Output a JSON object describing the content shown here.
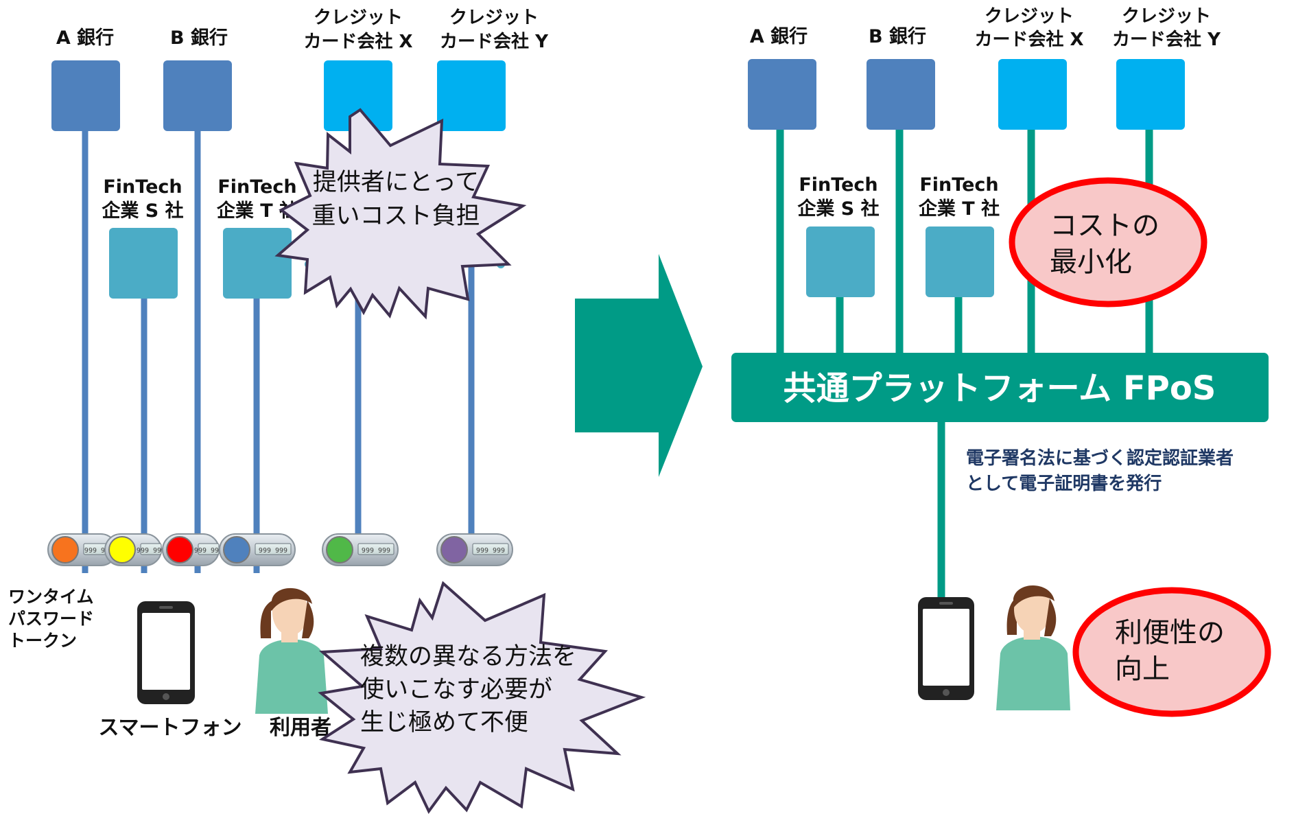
{
  "left": {
    "bank_a": "A 銀行",
    "bank_b": "B 銀行",
    "card_x": [
      "クレジット",
      "カード会社 X"
    ],
    "card_y": [
      "クレジット",
      "カード会社 Y"
    ],
    "fintech_s": [
      "FinTech",
      "企業 S 社"
    ],
    "fintech_t": [
      "FinTech",
      "企業 T 社"
    ],
    "burst_cost": [
      "提供者にとって",
      "重いコスト負担"
    ],
    "token_display": "999 999",
    "token_label": [
      "ワンタイム",
      "パスワード",
      "トークン"
    ],
    "smartphone_label": "スマートフォン",
    "user_label": "利用者",
    "burst_inconvenience": [
      "複数の異なる方法を",
      "使いこなす必要が",
      "生じ極めて不便"
    ]
  },
  "right": {
    "bank_a": "A 銀行",
    "bank_b": "B 銀行",
    "card_x": [
      "クレジット",
      "カード会社 X"
    ],
    "card_y": [
      "クレジット",
      "カード会社 Y"
    ],
    "fintech_s": [
      "FinTech",
      "企業 S 社"
    ],
    "fintech_t": [
      "FinTech",
      "企業 T 社"
    ],
    "ellipse_cost": [
      "コストの",
      "最小化"
    ],
    "platform": "共通プラットフォーム FPoS",
    "cert_note": [
      "電子署名法に基づく認定認証業者",
      "として電子証明書を発行"
    ],
    "ellipse_convenience": [
      "利便性の",
      "向上"
    ]
  },
  "colors": {
    "bank": "#4f81bd",
    "card": "#00b0f0",
    "fintech": "#4bacc6",
    "teal": "#009b86",
    "burst_fill": "#e8e4f0",
    "burst_stroke": "#3f3151",
    "ellipse_fill": "#f8c8c8",
    "ellipse_stroke": "#ff0000",
    "note": "#1f3864"
  },
  "token_colors": [
    "#f7731e",
    "#ffff00",
    "#ff0000",
    "#4f81bd",
    "#50b848",
    "#8064a2"
  ]
}
